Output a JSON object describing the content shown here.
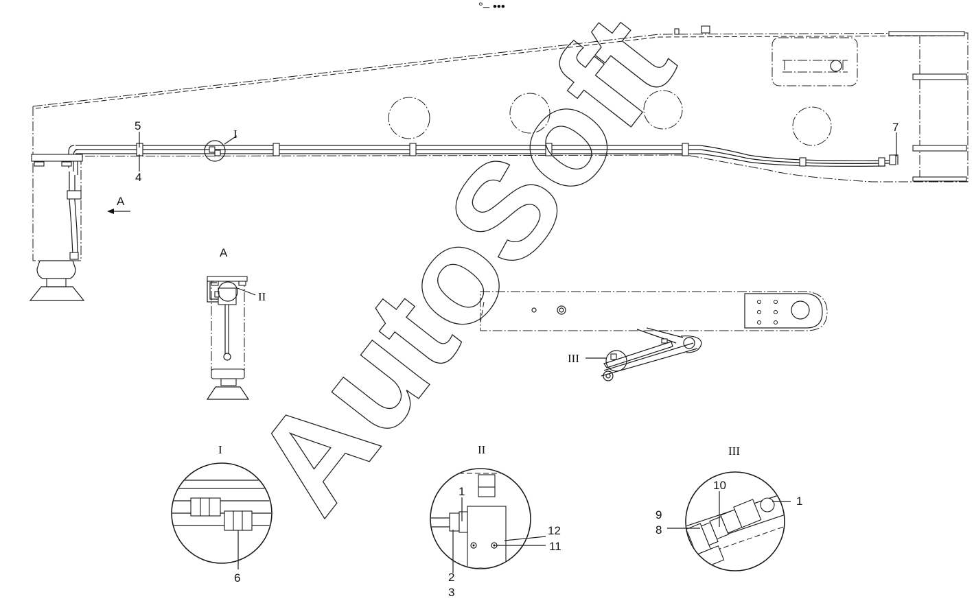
{
  "watermark": "AutoSoft",
  "top_marker": "°– •••",
  "view": {
    "arrow_label": "A",
    "view_title": "A"
  },
  "callouts": {
    "c1": "1",
    "c2": "2",
    "c3": "3",
    "c4": "4",
    "c5": "5",
    "c6": "6",
    "c7": "7",
    "c8": "8",
    "c9": "9",
    "c10": "10",
    "c11": "11",
    "c12": "12",
    "c1b": "1"
  },
  "details": {
    "d1": "I",
    "d2": "II",
    "d3": "III",
    "d1_title": "I",
    "d2_title": "II",
    "d3_title": "III"
  }
}
